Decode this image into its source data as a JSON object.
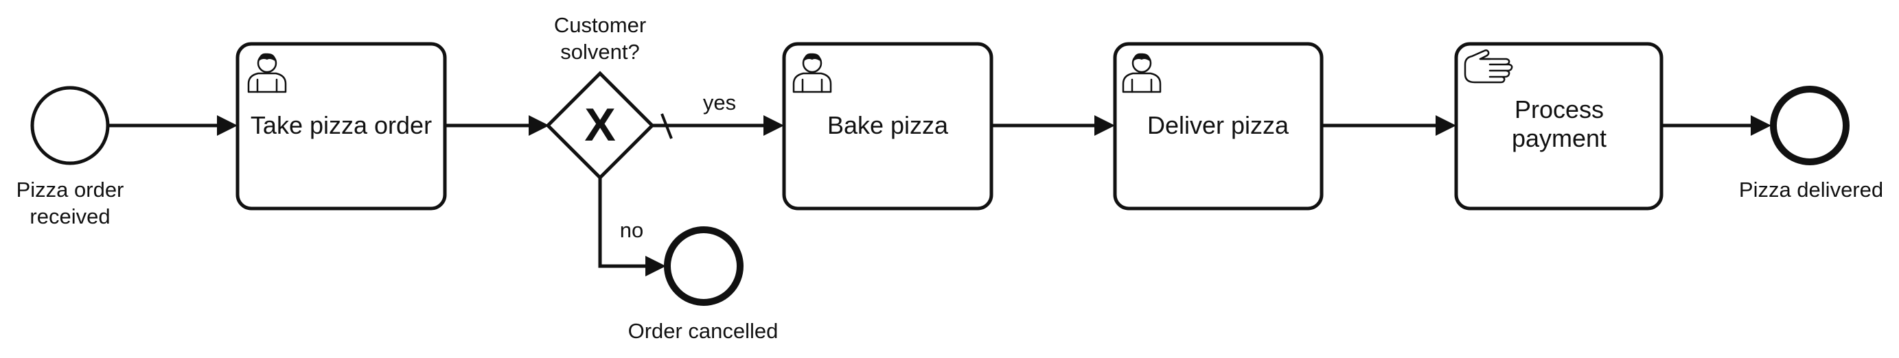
{
  "diagram": {
    "type": "bpmn-process",
    "start_event": {
      "label_line1": "Pizza order",
      "label_line2": "received"
    },
    "tasks": {
      "take_order": {
        "label": "Take pizza order",
        "icon": "user-icon"
      },
      "bake": {
        "label": "Bake pizza",
        "icon": "user-icon"
      },
      "deliver": {
        "label": "Deliver pizza",
        "icon": "user-icon"
      },
      "payment": {
        "label_line1": "Process",
        "label_line2": "payment",
        "icon": "manual-hand-icon"
      }
    },
    "gateway": {
      "label_line1": "Customer",
      "label_line2": "solvent?",
      "marker": "X",
      "kind": "exclusive"
    },
    "flows": {
      "yes": "yes",
      "no": "no"
    },
    "end_events": {
      "cancelled": {
        "label": "Order cancelled"
      },
      "delivered": {
        "label": "Pizza delivered"
      }
    },
    "colors": {
      "stroke": "#111111",
      "fill": "#ffffff"
    }
  }
}
